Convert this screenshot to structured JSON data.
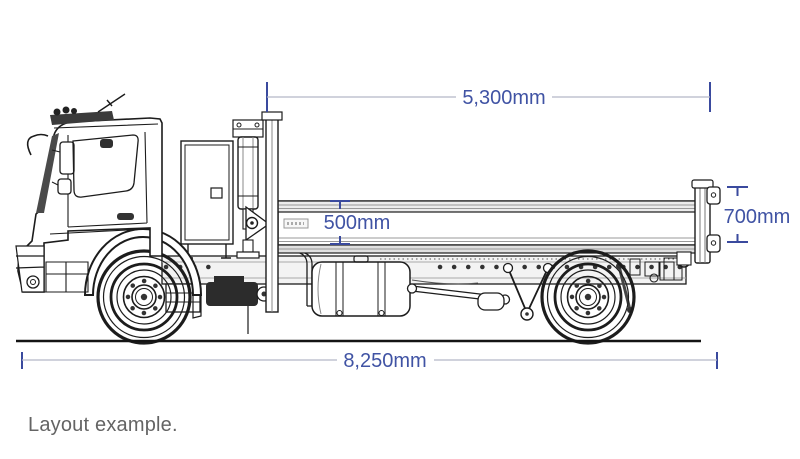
{
  "diagram": {
    "caption": "Layout example.",
    "subject": "dropside-tipper-truck-side-view",
    "dimensions": {
      "body_length": {
        "value": "5,300mm"
      },
      "tailgate_height": {
        "value": "700mm"
      },
      "dropside_height": {
        "value": "500mm"
      },
      "overall_length": {
        "value": "8,250mm"
      }
    },
    "colors": {
      "dimension_text": "#4053a4",
      "dimension_tick": "#3a4a9e",
      "dimension_line": "#b4b7c6",
      "drawing_line": "#1c1c1c",
      "caption_text": "#646464",
      "background": "#ffffff"
    }
  }
}
